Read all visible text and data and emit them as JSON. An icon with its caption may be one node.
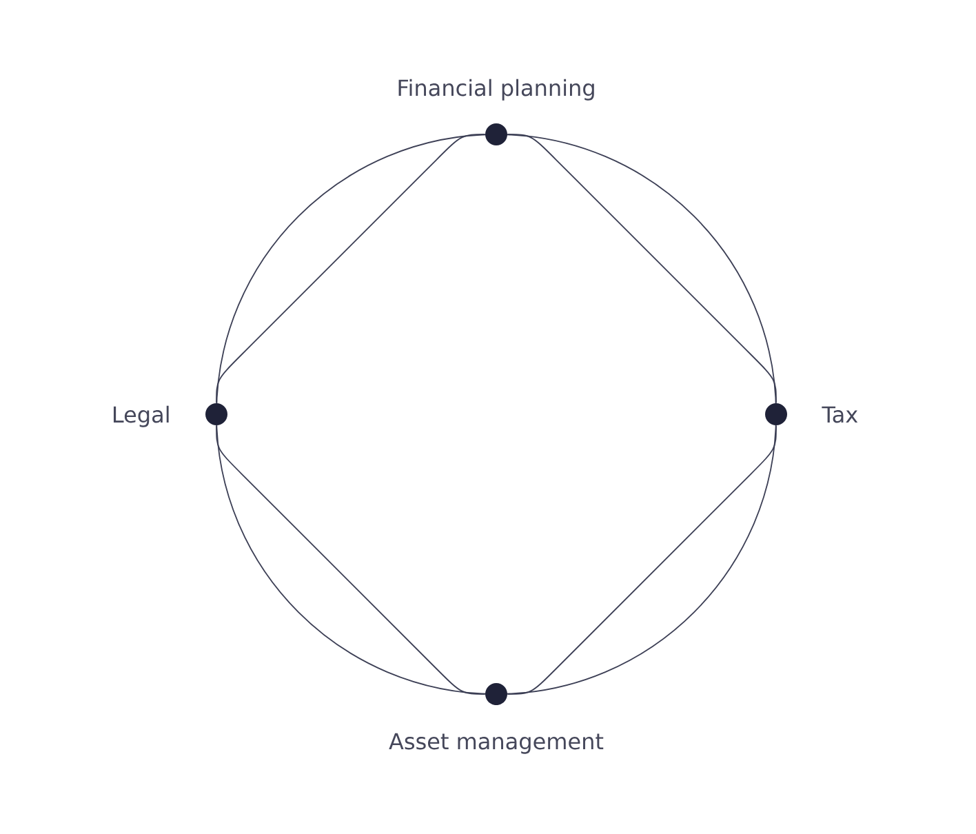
{
  "diagram": {
    "nodes": [
      {
        "text": [
          "Financial planning"
        ]
      },
      {
        "text": [
          "Legal"
        ]
      },
      {
        "text": [
          "Tax"
        ]
      },
      {
        "text": [
          "Asset management"
        ]
      }
    ],
    "edges": [
      {
        "from": 0,
        "to": 1,
        "arrow": "none"
      },
      {
        "from": 0,
        "to": 2,
        "arrow": "none"
      },
      {
        "from": 1,
        "to": 3,
        "arrow": "none"
      },
      {
        "from": 2,
        "to": 3,
        "arrow": "none"
      }
    ]
  }
}
